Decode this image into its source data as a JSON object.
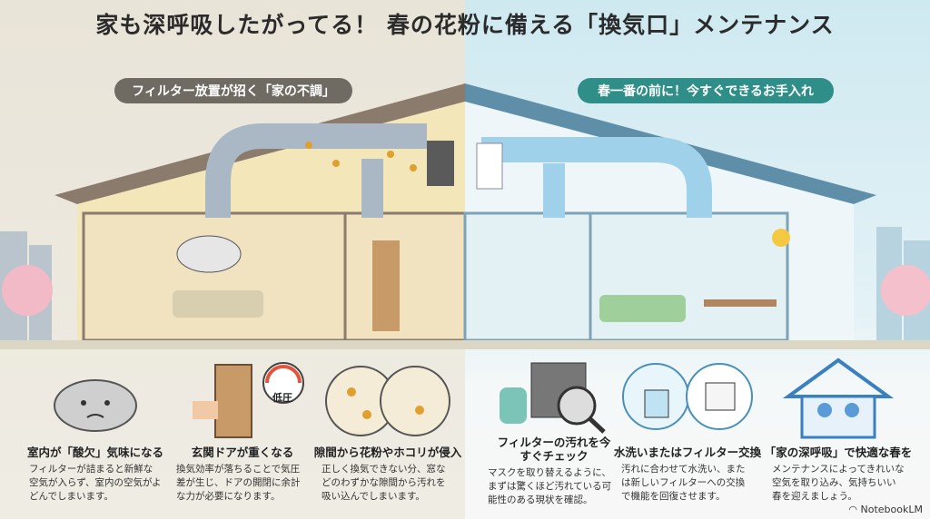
{
  "title": "家も深呼吸したがってる！ 春の花粉に備える「換気口」メンテナンス",
  "left_header": "フィルター放置が招く「家の不調」",
  "right_header": "春一番の前に！今すぐできるお手入れ",
  "gauge_label": "低圧",
  "problems": [
    {
      "heading": "室内が「酸欠」気味になる",
      "text": "フィルターが詰まると新鮮な空気が入らず、室内の空気がよどんでしまいます。"
    },
    {
      "heading": "玄関ドアが重くなる",
      "text": "換気効率が落ちることで気圧差が生じ、ドアの開閉に余計な力が必要になります。"
    },
    {
      "heading": "隙間から花粉やホコリが侵入",
      "text": "正しく換気できない分、窓などのわずかな隙間から汚れを吸い込んでしまいます。"
    }
  ],
  "solutions": [
    {
      "heading": "フィルターの汚れを今すぐチェック",
      "text": "マスクを取り替えるように、まずは驚くほど汚れている可能性のある現状を確認。"
    },
    {
      "heading": "水洗いまたはフィルター交換",
      "text": "汚れに合わせて水洗い、または新しいフィルターへの交換で機能を回復させます。"
    },
    {
      "heading": "「家の深呼吸」で快適な春を",
      "text": "メンテナンスによってきれいな空気を取り込み、気持ちいい春を迎えましょう。"
    }
  ],
  "brand": "NotebookLM"
}
